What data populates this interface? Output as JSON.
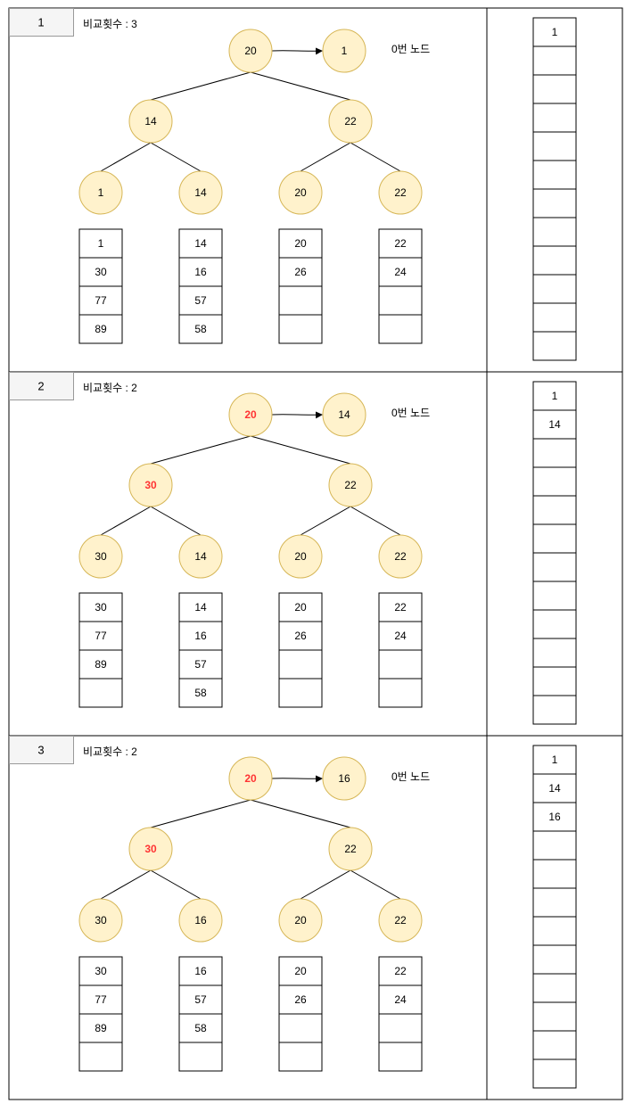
{
  "colors": {
    "node_fill": "#fff2cc",
    "node_stroke": "#d6b656",
    "highlight_text": "#ff3333",
    "normal_text": "#000000",
    "badge_fill": "#f5f5f5",
    "border": "#000000"
  },
  "panels": [
    {
      "step": "1",
      "compare_label": "비교횟수 : 3",
      "node_label": "0번 노드",
      "root": {
        "value": "20",
        "highlight": false
      },
      "output": "1",
      "level1": [
        {
          "value": "14",
          "highlight": false
        },
        {
          "value": "22",
          "highlight": false
        }
      ],
      "leaves": [
        {
          "value": "1",
          "highlight": false
        },
        {
          "value": "14",
          "highlight": false
        },
        {
          "value": "20",
          "highlight": false
        },
        {
          "value": "22",
          "highlight": false
        }
      ],
      "runs": [
        [
          "1",
          "30",
          "77",
          "89"
        ],
        [
          "14",
          "16",
          "57",
          "58"
        ],
        [
          "20",
          "26",
          "",
          ""
        ],
        [
          "22",
          "24",
          "",
          ""
        ]
      ],
      "result": [
        "1",
        "",
        "",
        "",
        "",
        "",
        "",
        "",
        "",
        "",
        "",
        ""
      ]
    },
    {
      "step": "2",
      "compare_label": "비교횟수 : 2",
      "node_label": "0번 노드",
      "root": {
        "value": "20",
        "highlight": true
      },
      "output": "14",
      "level1": [
        {
          "value": "30",
          "highlight": true
        },
        {
          "value": "22",
          "highlight": false
        }
      ],
      "leaves": [
        {
          "value": "30",
          "highlight": false
        },
        {
          "value": "14",
          "highlight": false
        },
        {
          "value": "20",
          "highlight": false
        },
        {
          "value": "22",
          "highlight": false
        }
      ],
      "runs": [
        [
          "30",
          "77",
          "89",
          ""
        ],
        [
          "14",
          "16",
          "57",
          "58"
        ],
        [
          "20",
          "26",
          "",
          ""
        ],
        [
          "22",
          "24",
          "",
          ""
        ]
      ],
      "result": [
        "1",
        "14",
        "",
        "",
        "",
        "",
        "",
        "",
        "",
        "",
        "",
        ""
      ]
    },
    {
      "step": "3",
      "compare_label": "비교횟수 : 2",
      "node_label": "0번 노드",
      "root": {
        "value": "20",
        "highlight": true
      },
      "output": "16",
      "level1": [
        {
          "value": "30",
          "highlight": true
        },
        {
          "value": "22",
          "highlight": false
        }
      ],
      "leaves": [
        {
          "value": "30",
          "highlight": false
        },
        {
          "value": "16",
          "highlight": false
        },
        {
          "value": "20",
          "highlight": false
        },
        {
          "value": "22",
          "highlight": false
        }
      ],
      "runs": [
        [
          "30",
          "77",
          "89",
          ""
        ],
        [
          "16",
          "57",
          "58",
          ""
        ],
        [
          "20",
          "26",
          "",
          ""
        ],
        [
          "22",
          "24",
          "",
          ""
        ]
      ],
      "result": [
        "1",
        "14",
        "16",
        "",
        "",
        "",
        "",
        "",
        "",
        "",
        "",
        ""
      ]
    }
  ]
}
